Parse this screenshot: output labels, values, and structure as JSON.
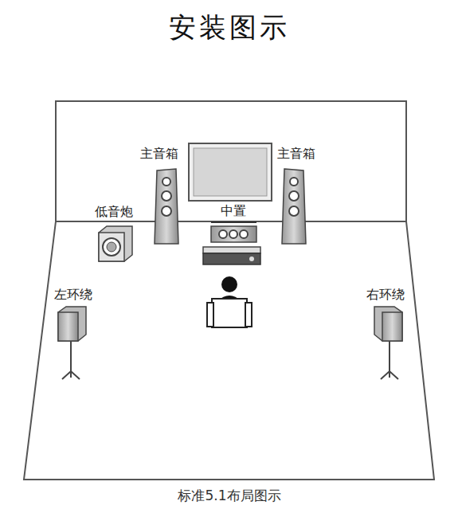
{
  "diagram": {
    "title": "安装图示",
    "caption": "标准5.1布局图示",
    "labels": [
      "主音箱",
      "主音箱",
      "低音炮",
      "中置",
      "左环绕",
      "右环绕"
    ]
  }
}
